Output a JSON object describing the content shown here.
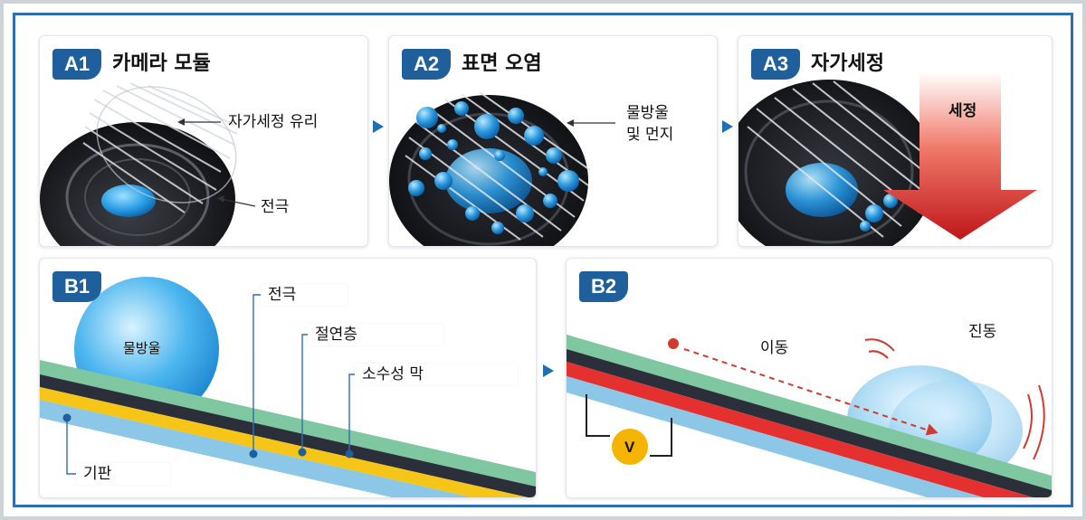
{
  "colors": {
    "badge": "#1f5f9c",
    "frame": "#2f6fb0",
    "hydrophobic": "#7fc7a0",
    "insulator": "#2b2f3a",
    "electrode": "#f5c518",
    "substrate": "#8cc7e8",
    "electrode_b2": "#e53030",
    "droplet": "#3aa0e0",
    "arrow": "#d23a2e",
    "voltage": "#f5b400"
  },
  "panels": {
    "a1": {
      "badge": "A1",
      "title": "카메라 모듈",
      "label_glass": "자가세정 유리",
      "label_electrode": "전극"
    },
    "a2": {
      "badge": "A2",
      "title": "표면 오염",
      "label_line1": "물방울",
      "label_line2": "및 먼지"
    },
    "a3": {
      "badge": "A3",
      "title": "자가세정",
      "label_clean": "세정"
    },
    "b1": {
      "badge": "B1",
      "droplet": "물방울",
      "label_electrode": "전극",
      "label_insulator": "절연층",
      "label_hydrophobic": "소수성 막",
      "label_substrate": "기판"
    },
    "b2": {
      "badge": "B2",
      "label_move": "이동",
      "label_vibration": "진동",
      "voltage": "V"
    }
  }
}
